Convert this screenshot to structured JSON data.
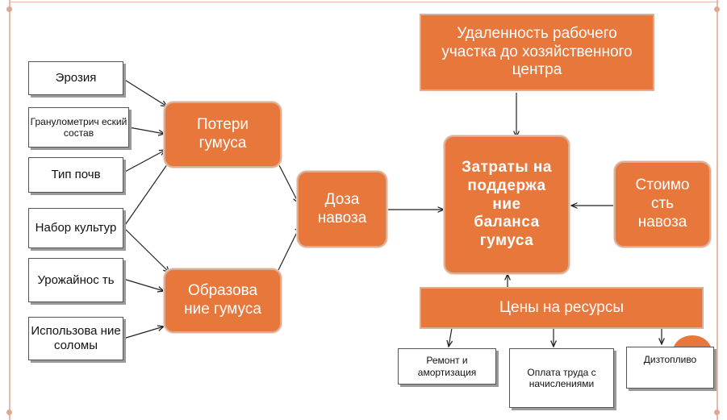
{
  "inputs": {
    "erosion": "Эрозия",
    "granulometric": "Гранулометрич еский состав",
    "soil_type": "Тип почв",
    "crop_set": "Набор культур",
    "yield": "Урожайнос ть",
    "straw_use": "Использова ние соломы"
  },
  "intermediate": {
    "humus_loss": "Потери гумуса",
    "humus_formation": "Образова ние гумуса",
    "manure_dose": "Доза навоза"
  },
  "main": {
    "costs": "Затраты на поддержа ние баланса гумуса",
    "distance": "Удаленность рабочего участка до хозяйственного центра",
    "manure_cost": "Стоимо сть навоза",
    "resource_prices": "Цены на ресурсы"
  },
  "resources": {
    "repair": "Ремонт и амортизация",
    "labor": "Оплата труда с начислениями",
    "diesel": "Дизтопливо"
  },
  "colors": {
    "orange": "#e8773c",
    "frame": "#e7b9a8"
  }
}
